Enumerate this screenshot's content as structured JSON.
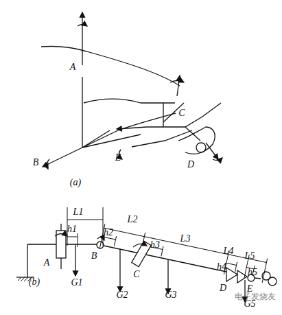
{
  "diagram": {
    "labels": [
      "A",
      "B",
      "C",
      "E",
      "D",
      "(a)",
      "L1",
      "h1",
      "A",
      "B",
      "G1",
      "(b)",
      "L2",
      "h2",
      "L3",
      "h3",
      "C",
      "G2",
      "G3",
      "L4",
      "h4",
      "L5",
      "h5",
      "D",
      "E",
      "G5",
      "电子发烧友"
    ]
  }
}
